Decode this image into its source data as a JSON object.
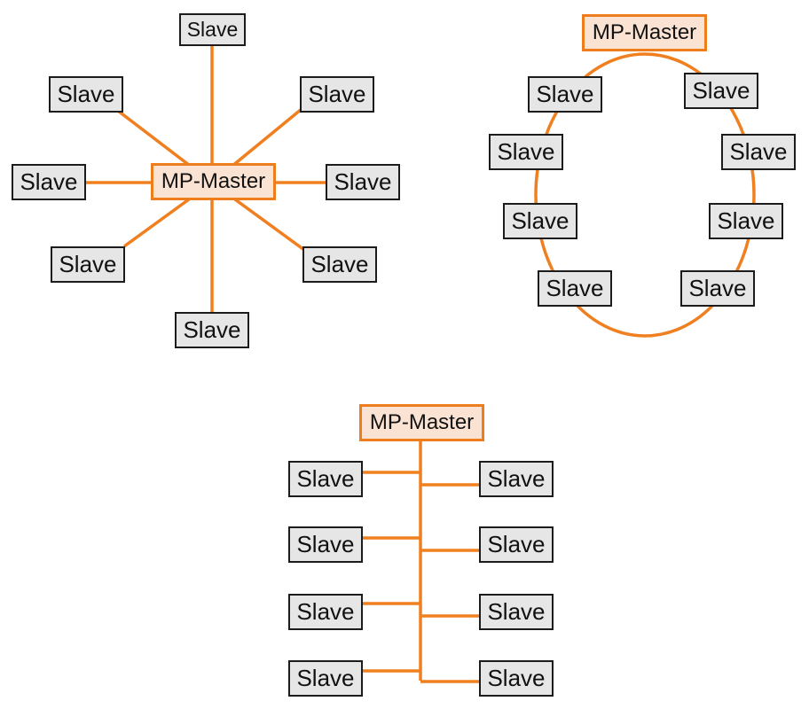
{
  "colors": {
    "wire": "#f07f1f",
    "master_border": "#ee7d1e",
    "master_fill": "#fbe3d3",
    "slave_fill": "#e6e6e6",
    "slave_border": "#1c1c1c"
  },
  "star": {
    "master_label": "MP-Master",
    "slaves": [
      "Slave",
      "Slave",
      "Slave",
      "Slave",
      "Slave",
      "Slave",
      "Slave",
      "Slave"
    ]
  },
  "ring": {
    "master_label": "MP-Master",
    "slaves": [
      "Slave",
      "Slave",
      "Slave",
      "Slave",
      "Slave",
      "Slave",
      "Slave",
      "Slave"
    ]
  },
  "bus": {
    "master_label": "MP-Master",
    "slaves": [
      "Slave",
      "Slave",
      "Slave",
      "Slave",
      "Slave",
      "Slave",
      "Slave",
      "Slave"
    ]
  }
}
